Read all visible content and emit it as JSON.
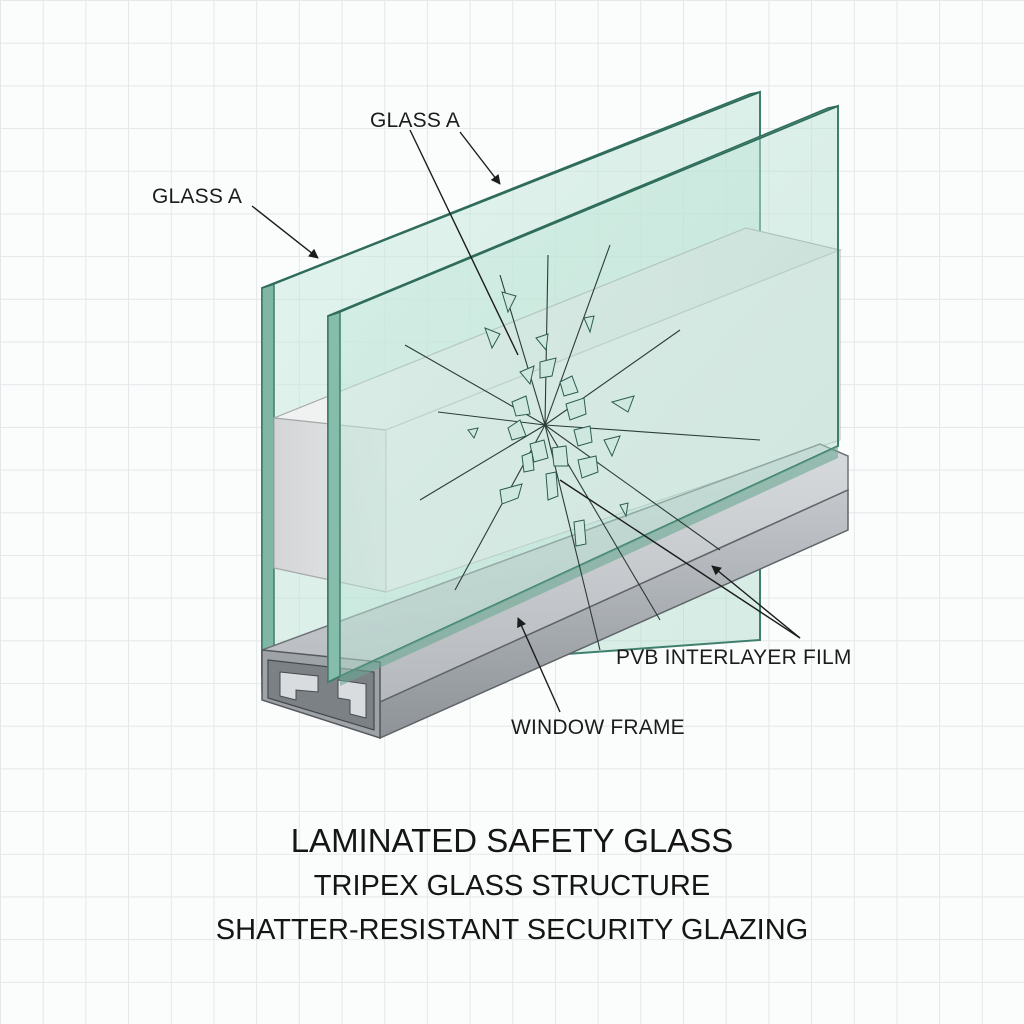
{
  "labels": {
    "glass_a_left": "GLASS A",
    "glass_a_top": "GLASS A",
    "pvb_interlayer": "PVB INTERLAYER FILM",
    "window_frame": "WINDOW FRAME"
  },
  "caption": {
    "title": "LAMINATED SAFETY GLASS",
    "subtitle": "TRIPEX GLASS STRUCTURE",
    "tagline": "SHATTER-RESISTANT SECURITY GLAZING"
  },
  "colors": {
    "background": "#fbfcfc",
    "grid": "#e3e8ea",
    "glass_edge": "#3e7e6c",
    "glass_tint": "#bfe3d6",
    "frame": "#a9adb1",
    "text": "#1c1c1c"
  }
}
